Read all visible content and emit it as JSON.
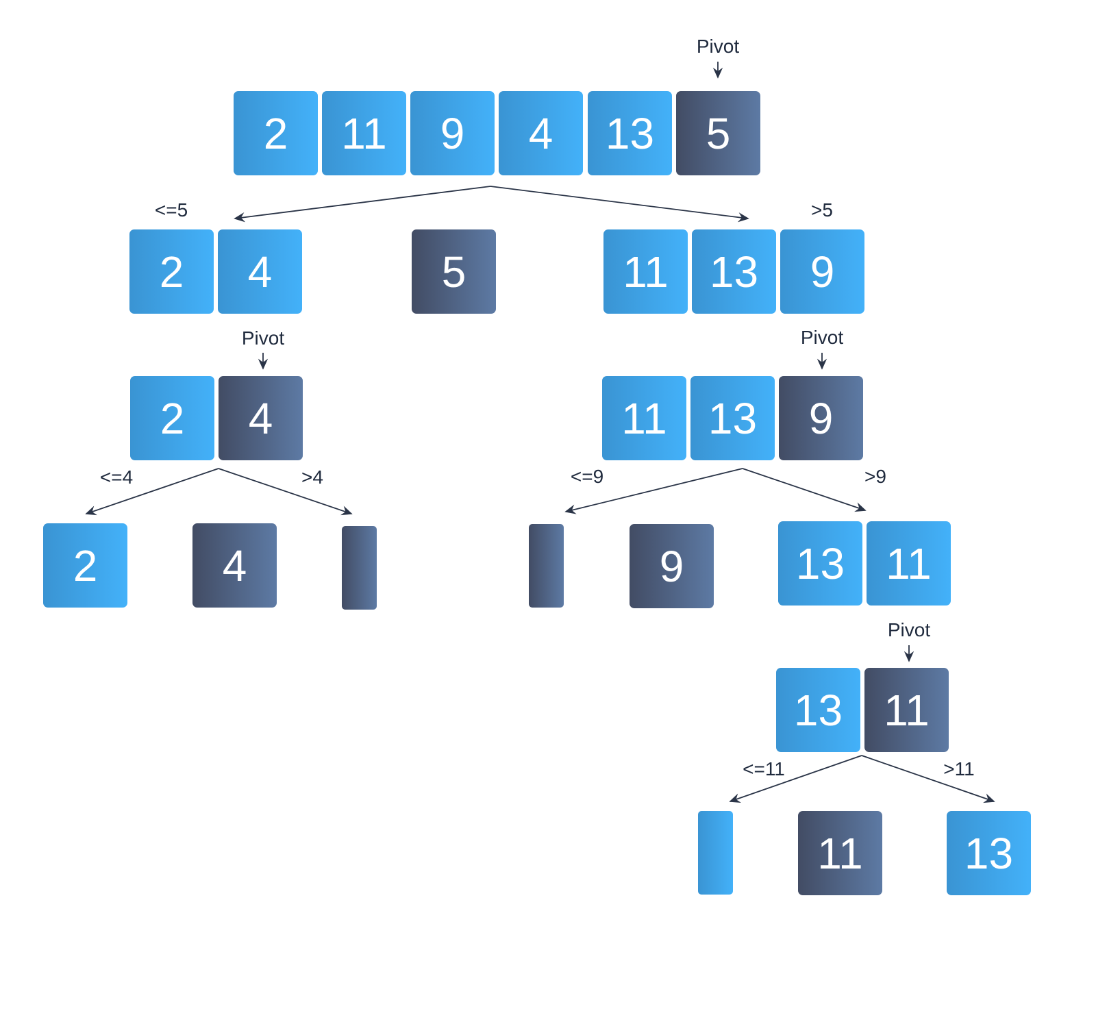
{
  "title": "Quicksort partitioning diagram",
  "pivot_label": "Pivot",
  "colors": {
    "element": "#3fa6e8",
    "pivot": "#4f6284",
    "arrow": "#2a3447"
  },
  "level0": {
    "values": [
      "2",
      "11",
      "9",
      "4",
      "13",
      "5"
    ],
    "pivot": "5"
  },
  "level1": {
    "left_label": "<=5",
    "right_label": ">5",
    "left": [
      "2",
      "4"
    ],
    "pivot": "5",
    "right": [
      "11",
      "13",
      "9"
    ]
  },
  "level2_left": {
    "values": [
      "2",
      "4"
    ],
    "pivot": "4",
    "left_label": "<=4",
    "right_label": ">4",
    "result_left": "2",
    "result_pivot": "4",
    "result_right": ""
  },
  "level2_right": {
    "values": [
      "11",
      "13",
      "9"
    ],
    "pivot": "9",
    "left_label": "<=9",
    "right_label": ">9",
    "result_left": "",
    "result_pivot": "9",
    "result_right": [
      "13",
      "11"
    ]
  },
  "level3": {
    "values": [
      "13",
      "11"
    ],
    "pivot": "11",
    "left_label": "<=11",
    "right_label": ">11",
    "result_left": "",
    "result_pivot": "11",
    "result_right": "13"
  }
}
